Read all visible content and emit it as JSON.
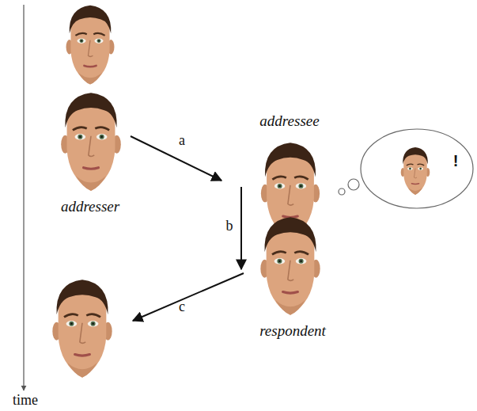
{
  "diagram": {
    "labels": [
      "addressee",
      "a",
      "!",
      "addresser",
      "b",
      "respondent",
      "c",
      "time"
    ]
  }
}
